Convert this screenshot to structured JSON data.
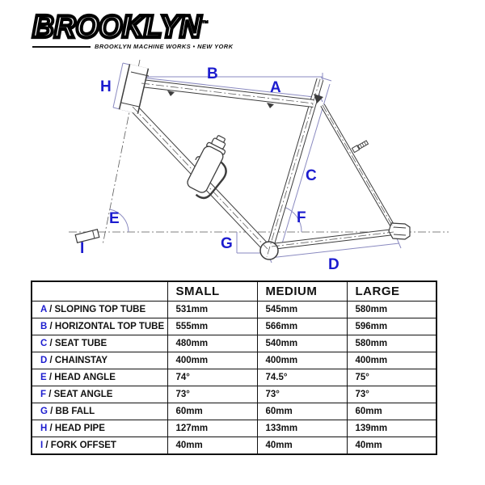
{
  "logo": {
    "brand": "BROOKLYN",
    "tm": "™",
    "tagline": "BROOKLYN MACHINE WORKS • NEW YORK"
  },
  "colors": {
    "label_blue": "#1c1ccf",
    "dimension_blue": "#8a8ac0",
    "line_dark": "#3c3c3c"
  },
  "diagram": {
    "labels": {
      "A": "A",
      "B": "B",
      "C": "C",
      "D": "D",
      "E": "E",
      "F": "F",
      "G": "G",
      "H": "H",
      "I": "I"
    }
  },
  "table": {
    "columns": [
      "SMALL",
      "MEDIUM",
      "LARGE"
    ],
    "rows": [
      {
        "key": "A",
        "label": "/ SLOPING TOP TUBE",
        "values": [
          "531mm",
          "545mm",
          "580mm"
        ]
      },
      {
        "key": "B",
        "label": "/ HORIZONTAL TOP TUBE",
        "values": [
          "555mm",
          "566mm",
          "596mm"
        ]
      },
      {
        "key": "C",
        "label": "/ SEAT TUBE",
        "values": [
          "480mm",
          "540mm",
          "580mm"
        ]
      },
      {
        "key": "D",
        "label": "/ CHAINSTAY",
        "values": [
          "400mm",
          "400mm",
          "400mm"
        ]
      },
      {
        "key": "E",
        "label": "/ HEAD ANGLE",
        "values": [
          "74°",
          "74.5°",
          "75°"
        ]
      },
      {
        "key": "F",
        "label": "/ SEAT ANGLE",
        "values": [
          "73°",
          "73°",
          "73°"
        ]
      },
      {
        "key": "G",
        "label": "/ BB FALL",
        "values": [
          "60mm",
          "60mm",
          "60mm"
        ]
      },
      {
        "key": "H",
        "label": "/ HEAD PIPE",
        "values": [
          "127mm",
          "133mm",
          "139mm"
        ]
      },
      {
        "key": "I",
        "label": "/ FORK OFFSET",
        "values": [
          "40mm",
          "40mm",
          "40mm"
        ]
      }
    ]
  }
}
